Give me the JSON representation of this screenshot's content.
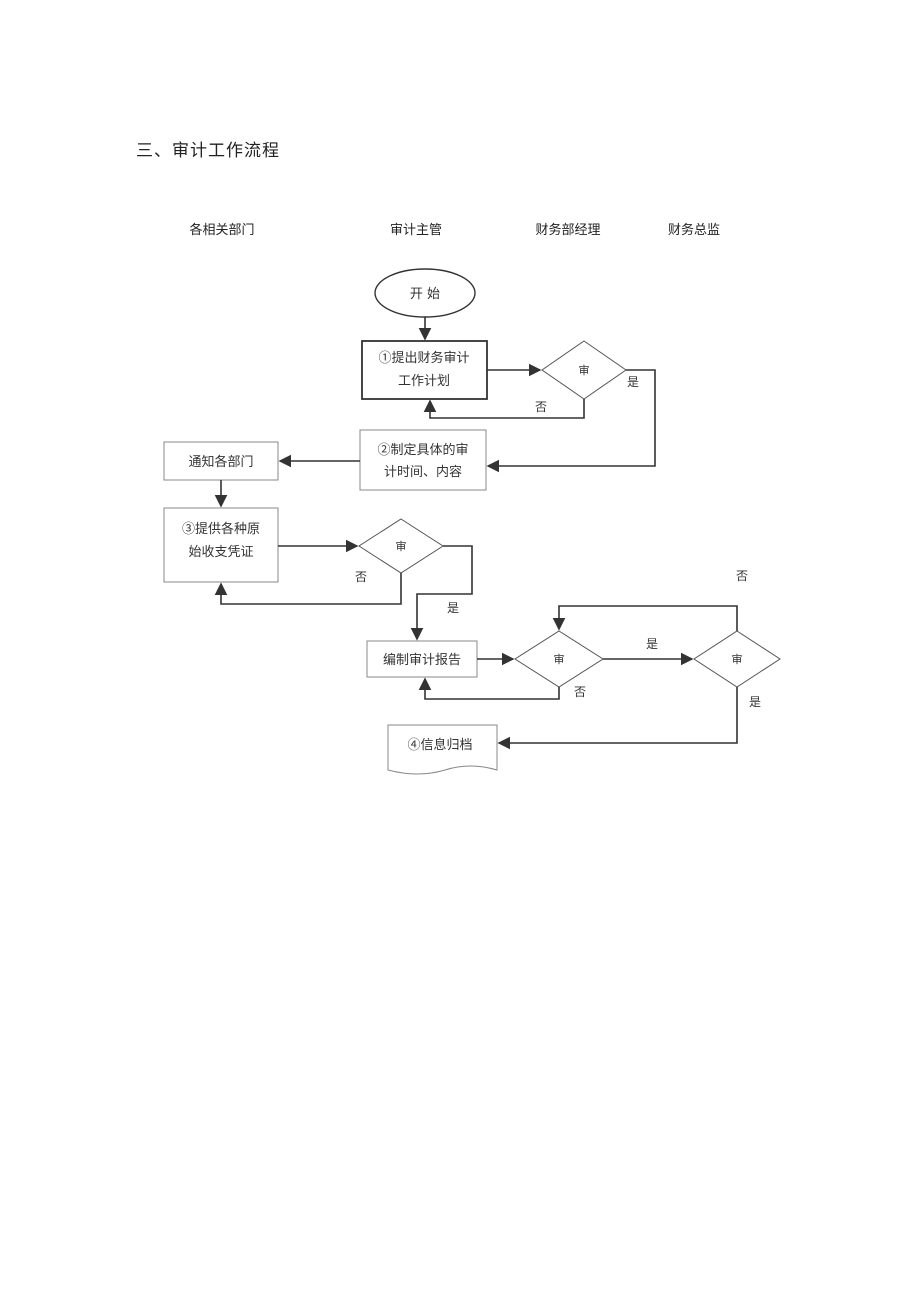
{
  "section_title": "三、审计工作流程",
  "lanes": [
    "各相关部门",
    "审计主管",
    "财务部经理",
    "财务总监"
  ],
  "nodes": {
    "start": "开 始",
    "plan_line1": "①提出财务审计",
    "plan_line2": "工作计划",
    "detail_line1": "②制定具体的审",
    "detail_line2": "计时间、内容",
    "notify": "通知各部门",
    "vouchers_line1": "③提供各种原",
    "vouchers_line2": "始收支凭证",
    "report": "编制审计报告",
    "archive": "④信息归档",
    "review": "审"
  },
  "edge_labels": {
    "yes": "是",
    "no": "否"
  }
}
